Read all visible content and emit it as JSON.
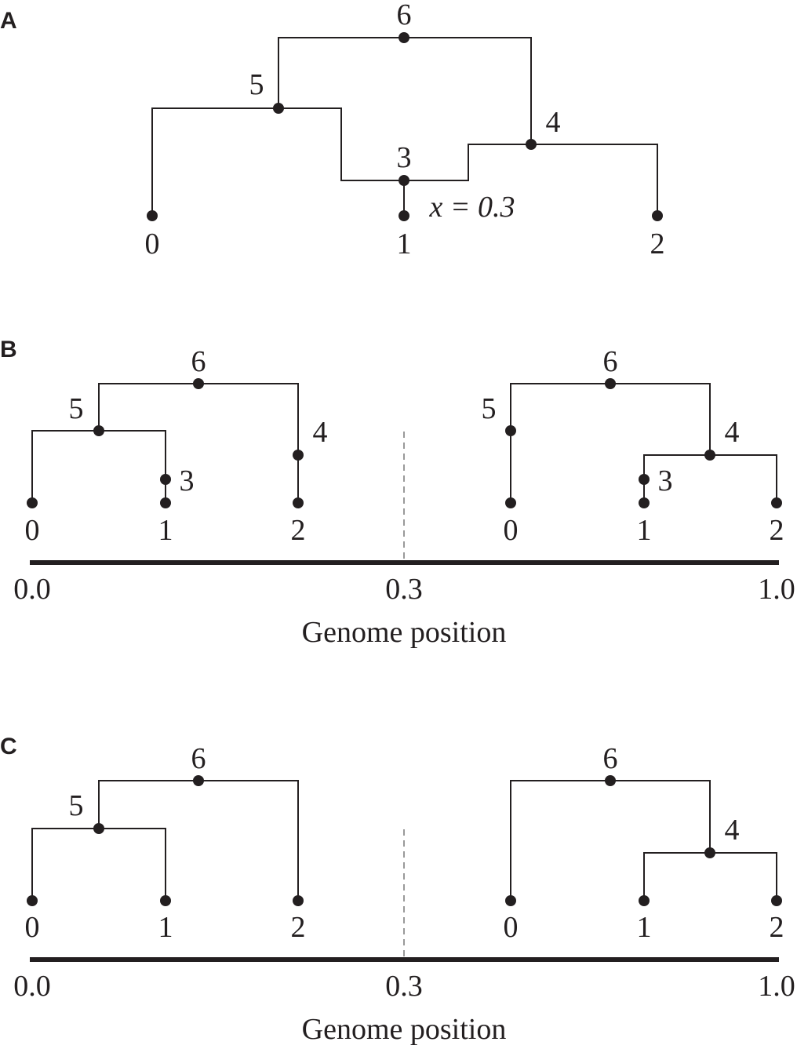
{
  "panels": {
    "a": {
      "label": "A",
      "nodes": [
        "0",
        "1",
        "2",
        "3",
        "4",
        "5",
        "6"
      ],
      "annotation": "x = 0.3"
    },
    "b": {
      "label": "B",
      "left_nodes": [
        "0",
        "1",
        "2",
        "3",
        "4",
        "5",
        "6"
      ],
      "right_nodes": [
        "0",
        "1",
        "2",
        "3",
        "4",
        "5",
        "6"
      ],
      "ticks": [
        "0.0",
        "0.3",
        "1.0"
      ],
      "axis_title": "Genome position"
    },
    "c": {
      "label": "C",
      "left_nodes": [
        "0",
        "1",
        "2",
        "5",
        "6"
      ],
      "right_nodes": [
        "0",
        "1",
        "2",
        "4",
        "6"
      ],
      "ticks": [
        "0.0",
        "0.3",
        "1.0"
      ],
      "axis_title": "Genome position"
    }
  }
}
